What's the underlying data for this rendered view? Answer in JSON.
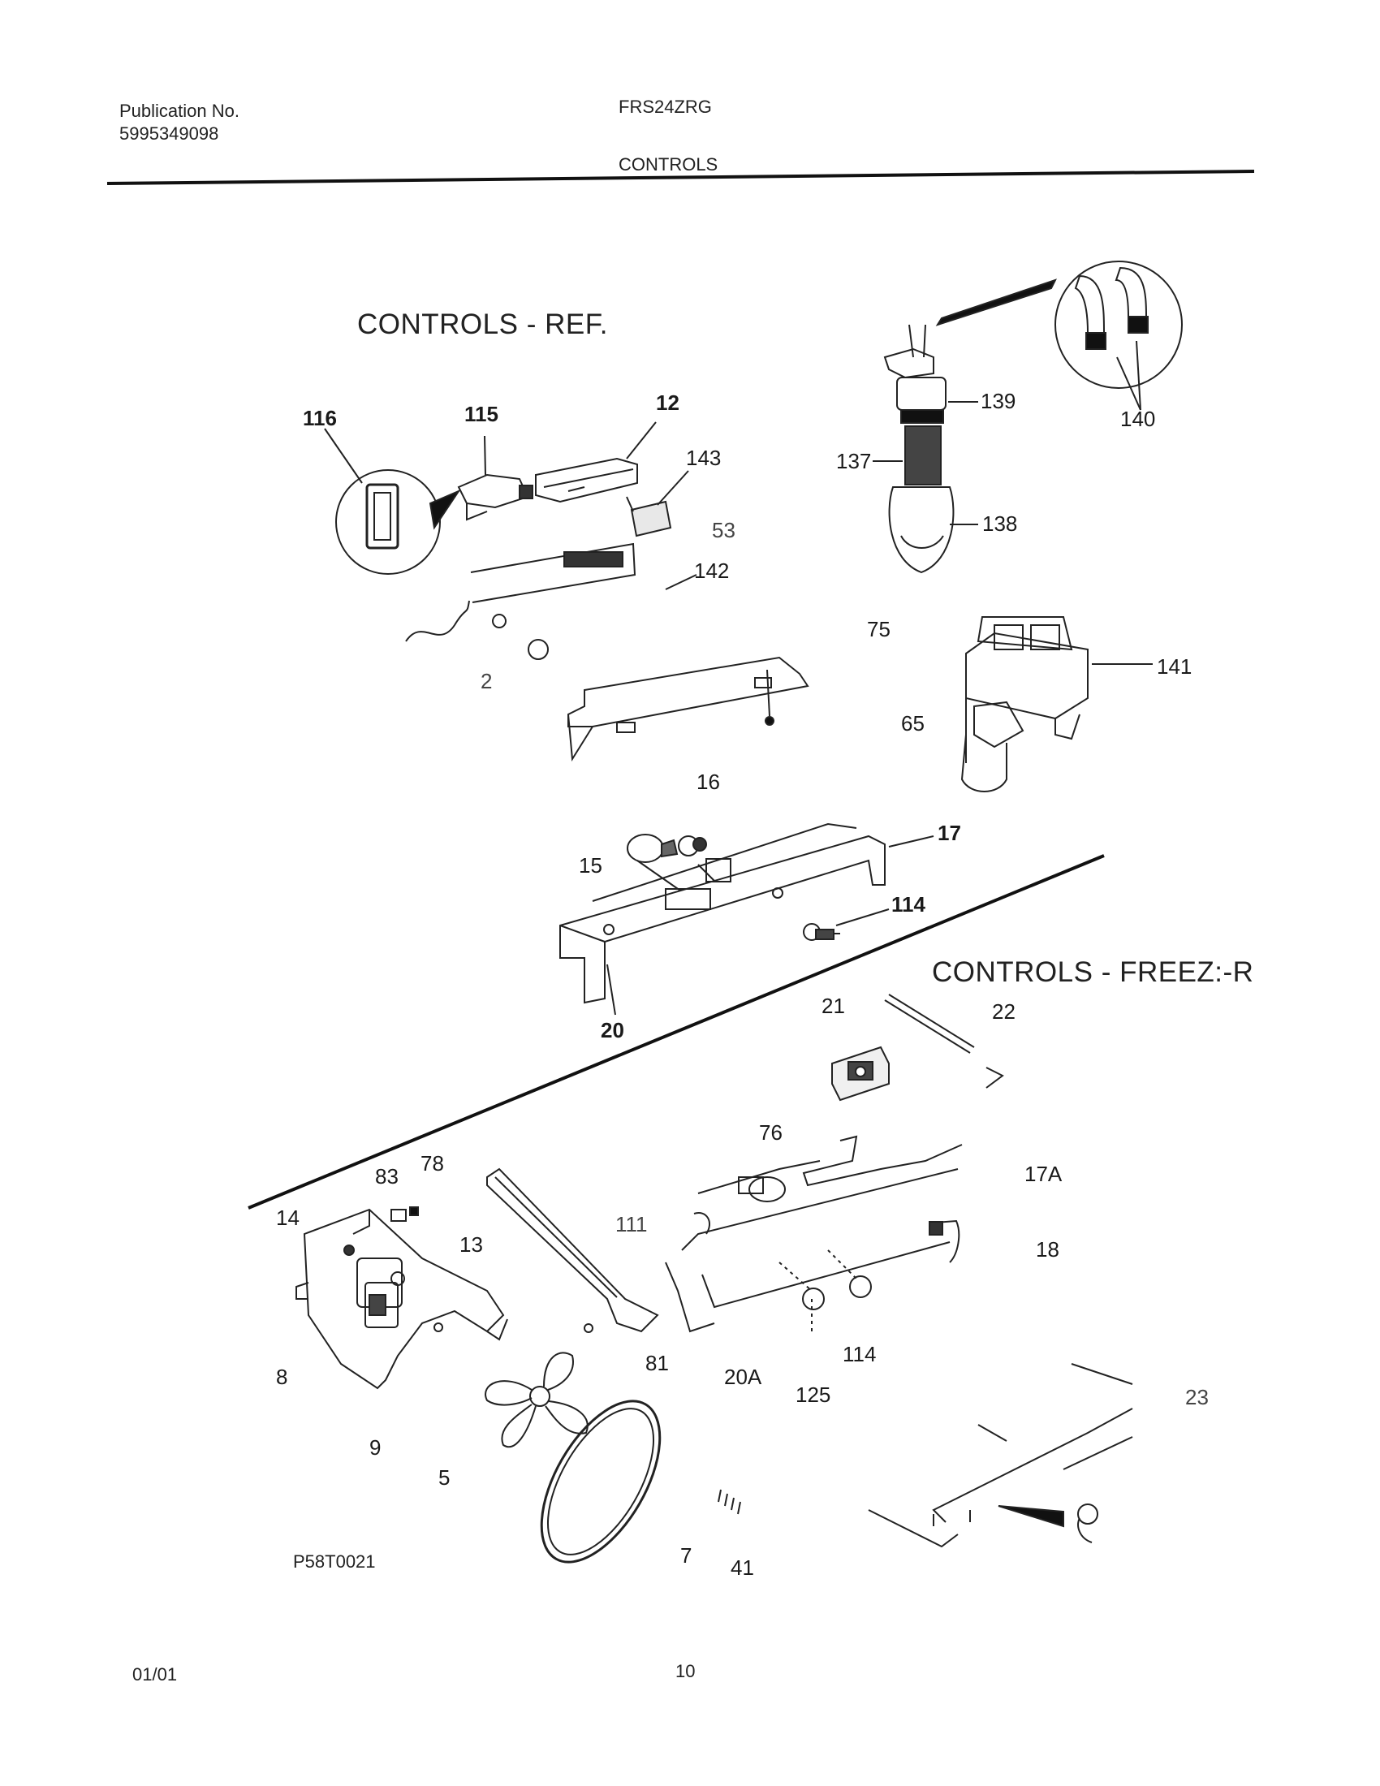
{
  "header": {
    "pub_label": "Publication No.",
    "pub_number": "5995349098",
    "model": "FRS24ZRG",
    "section": "CONTROLS"
  },
  "sections": {
    "ref": "CONTROLS - REF.",
    "freezer": "CONTROLS - FREEZ:-R"
  },
  "labels": {
    "116": "116",
    "115": "115",
    "12": "12",
    "143": "143",
    "53": "53",
    "142": "142",
    "2": "2",
    "16": "16",
    "139": "139",
    "140": "140",
    "137": "137",
    "138": "138",
    "75": "75",
    "141": "141",
    "65": "65",
    "17": "17",
    "15": "15",
    "114a": "114",
    "20": "20",
    "21": "21",
    "22": "22",
    "76": "76",
    "17A": "17A",
    "83": "83",
    "78": "78",
    "14": "14",
    "111": "111",
    "13": "13",
    "18": "18",
    "8": "8",
    "81": "81",
    "20A": "20A",
    "114b": "114",
    "125": "125",
    "23": "23",
    "9": "9",
    "5": "5",
    "7": "7",
    "41": "41"
  },
  "figure_id": "P58T0021",
  "footer": {
    "date": "01/01",
    "page": "10"
  }
}
